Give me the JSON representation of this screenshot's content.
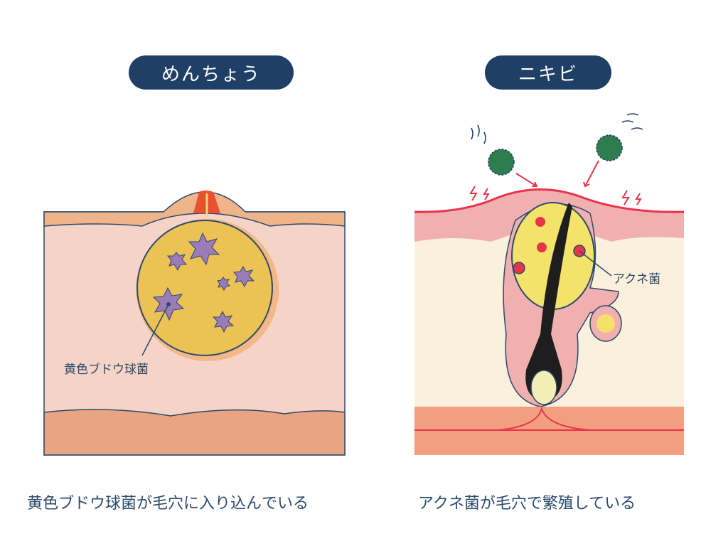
{
  "left": {
    "title": "めんちょう",
    "label": "黄色ブドウ球菌",
    "caption": "黄色ブドウ球菌が毛穴に入り込んでいる"
  },
  "right": {
    "title": "ニキビ",
    "label": "アクネ菌",
    "caption": "アクネ菌が毛穴で繁殖している"
  },
  "colors": {
    "navy": "#1f3f66",
    "text": "#2b4a6b",
    "red": "#e8344b",
    "yellow": "#ecc254",
    "purple": "#9b7bb8",
    "green": "#2e7d4f"
  }
}
